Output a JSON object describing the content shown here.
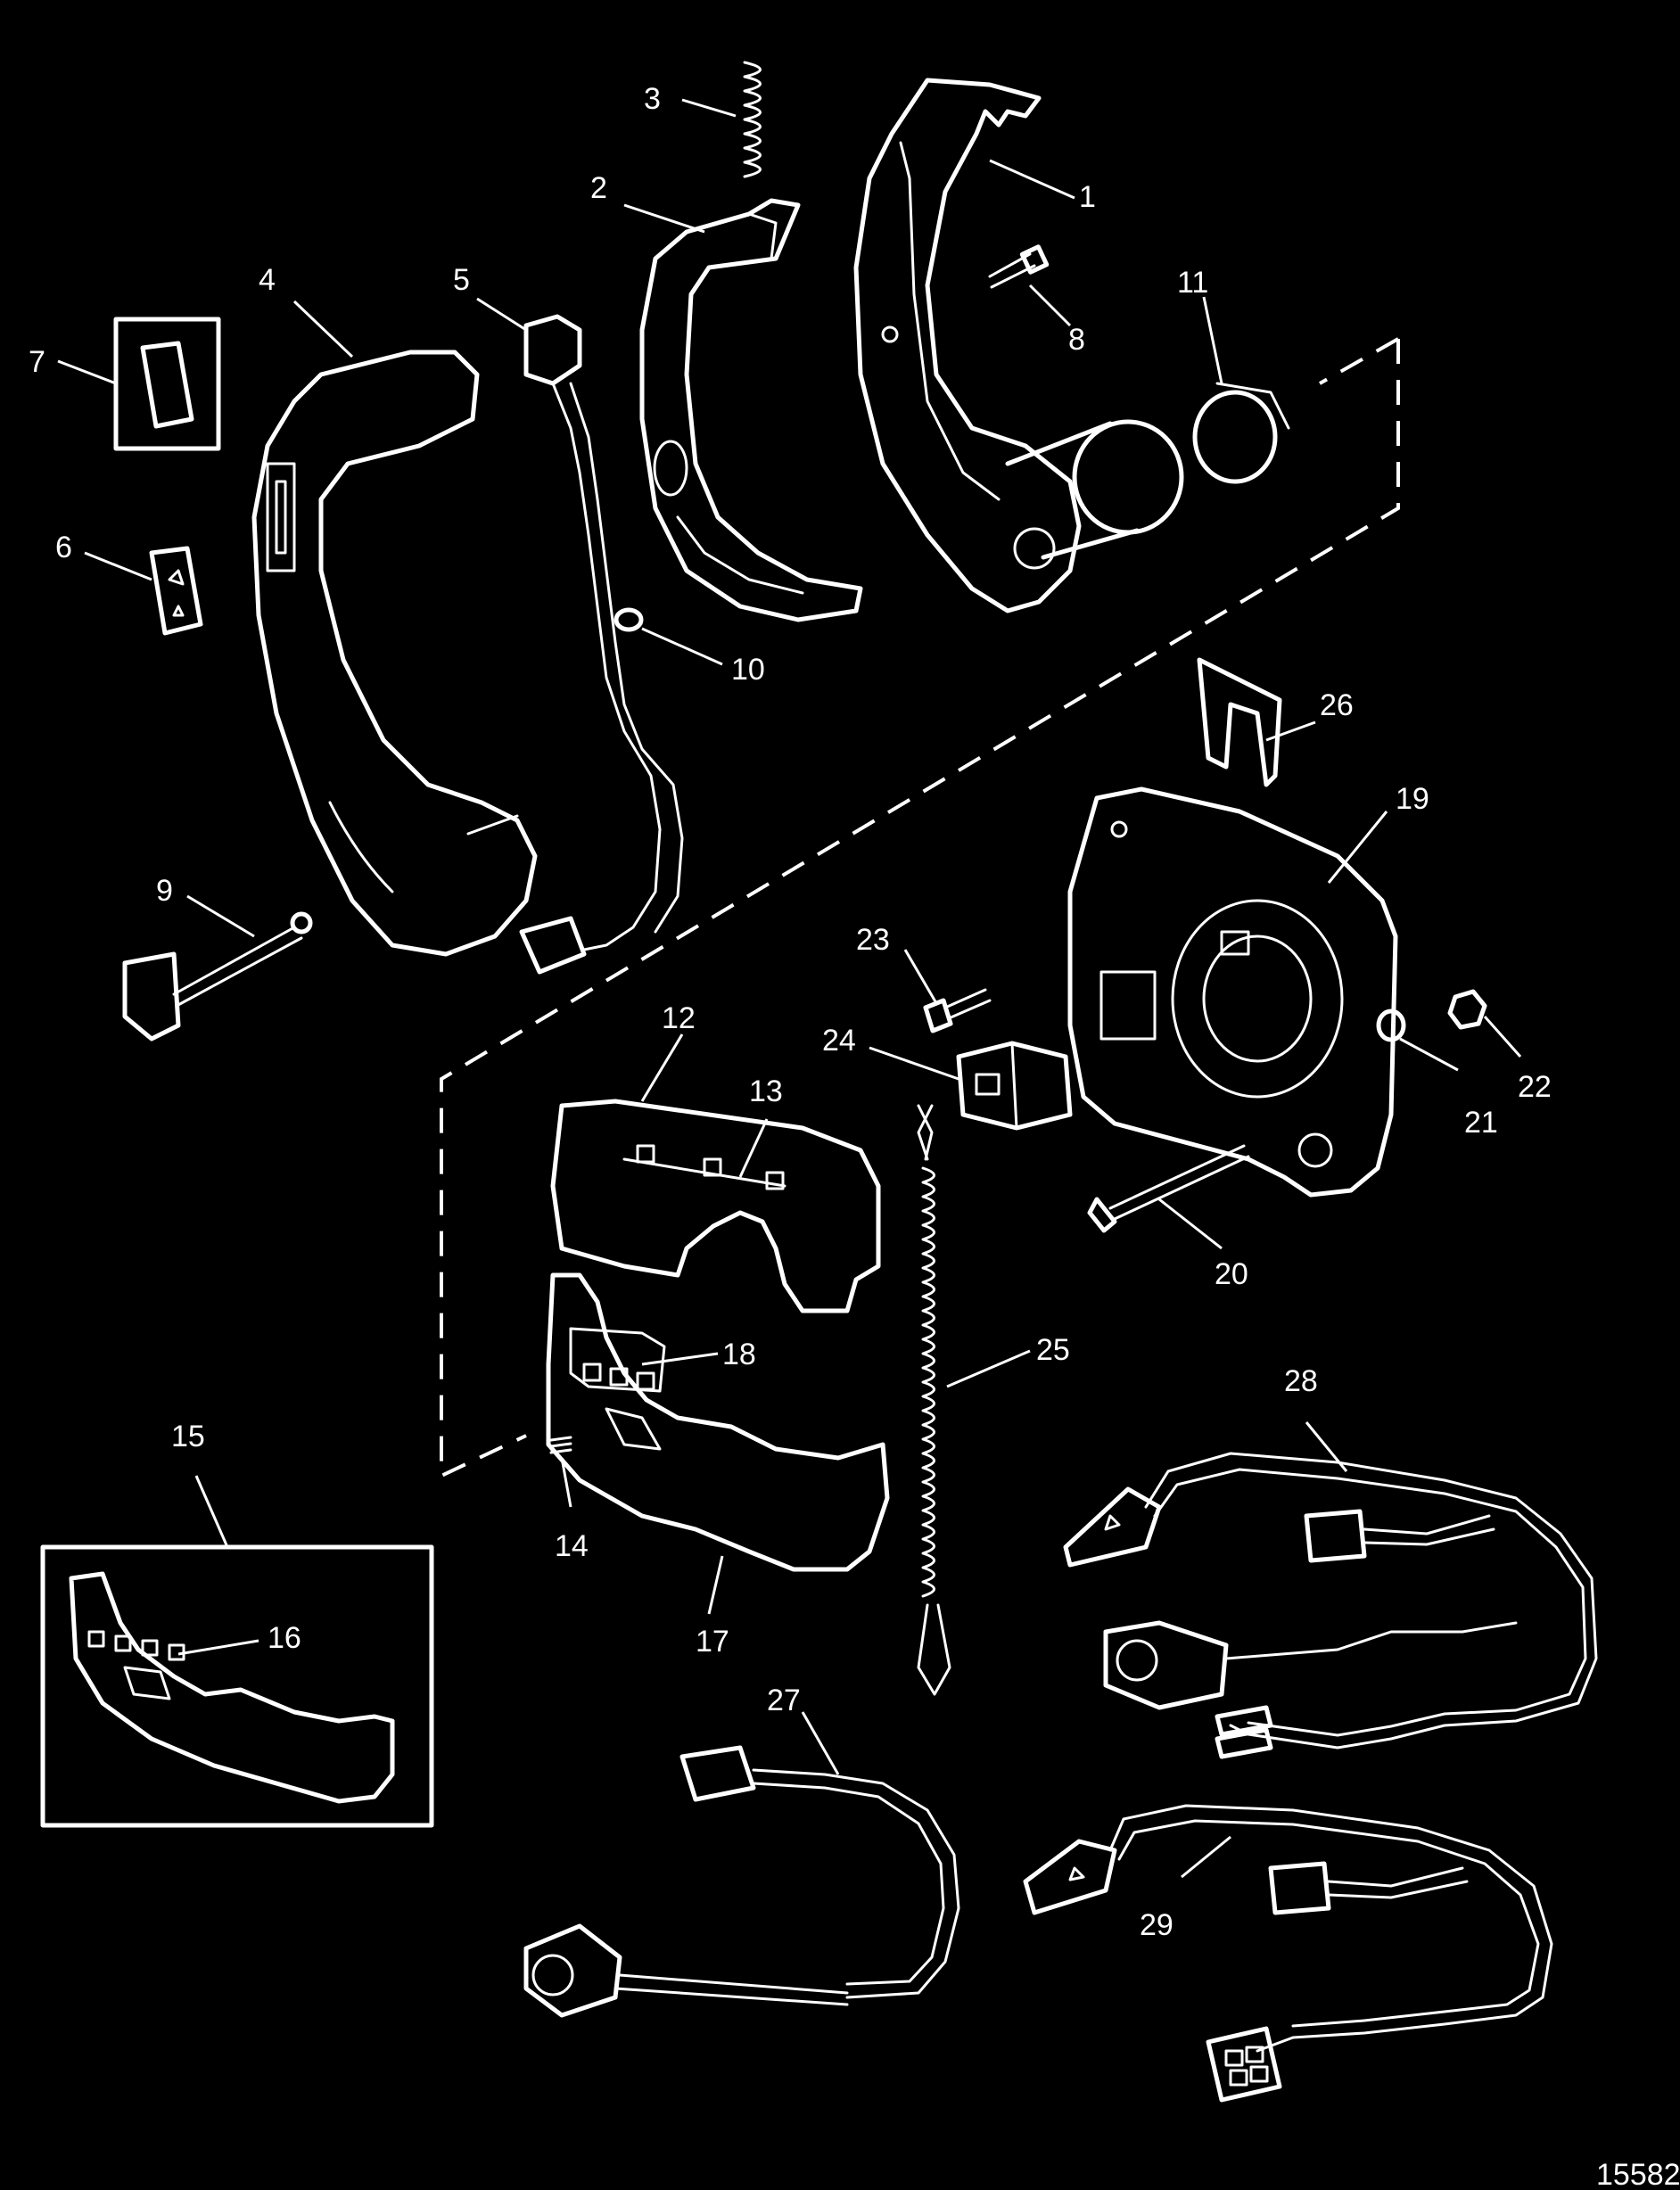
{
  "callouts": {
    "c1": "1",
    "c2": "2",
    "c3": "3",
    "c4": "4",
    "c5": "5",
    "c6": "6",
    "c7": "7",
    "c8": "8",
    "c9": "9",
    "c10": "10",
    "c11": "11",
    "c12": "12",
    "c13": "13",
    "c14": "14",
    "c15": "15",
    "c16": "16",
    "c17": "17",
    "c18": "18",
    "c19": "19",
    "c20": "20",
    "c21": "21",
    "c22": "22",
    "c23": "23",
    "c24": "24",
    "c25": "25",
    "c26": "26",
    "c27": "27",
    "c28": "28",
    "c29": "29"
  },
  "figure_code": "15582"
}
